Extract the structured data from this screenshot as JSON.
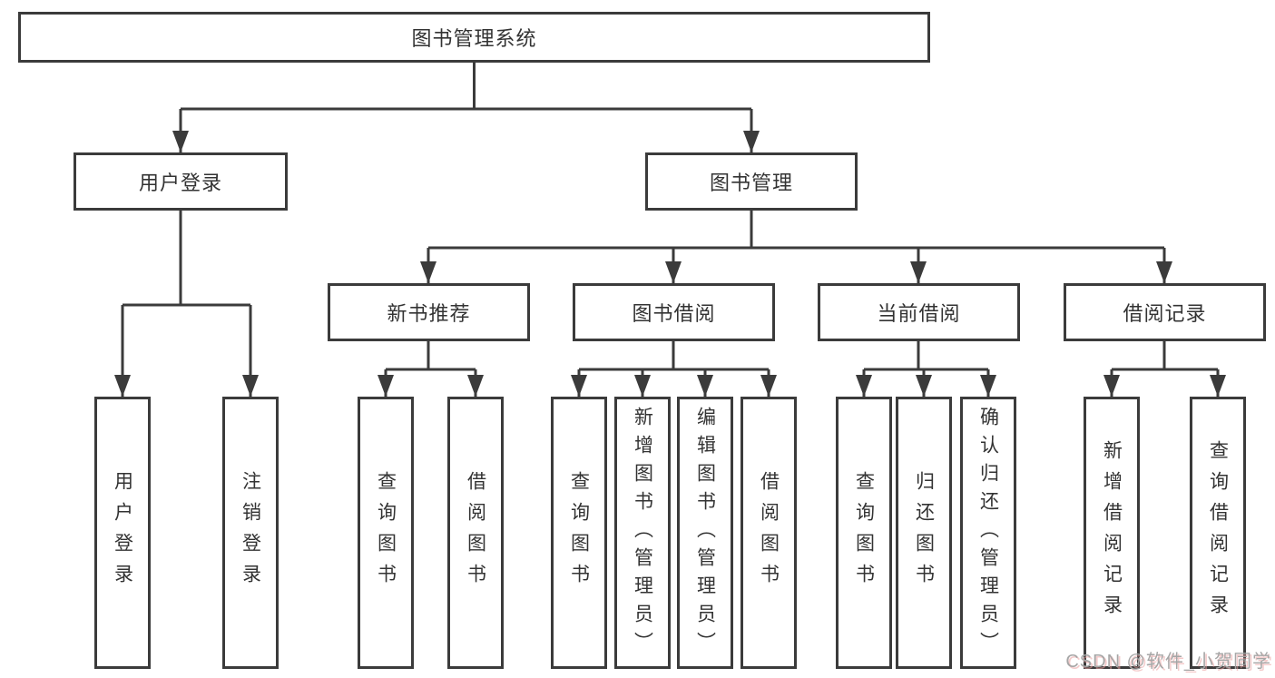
{
  "diagram": {
    "root": "图书管理系统",
    "branches": [
      {
        "label": "用户登录",
        "children": [
          "用户登录",
          "注销登录"
        ]
      },
      {
        "label": "图书管理",
        "groups": [
          {
            "label": "新书推荐",
            "children": [
              "查询图书",
              "借阅图书"
            ]
          },
          {
            "label": "图书借阅",
            "children": [
              "查询图书",
              "新增图书（管理员）",
              "编辑图书（管理员）",
              "借阅图书"
            ]
          },
          {
            "label": "当前借阅",
            "children": [
              "查询图书",
              "归还图书",
              "确认归还（管理员）"
            ]
          },
          {
            "label": "借阅记录",
            "children": [
              "新增借阅记录",
              "查询借阅记录"
            ]
          }
        ]
      }
    ],
    "line_color": "#3b3b3b",
    "watermark": "CSDN @软件_小贺同学"
  }
}
